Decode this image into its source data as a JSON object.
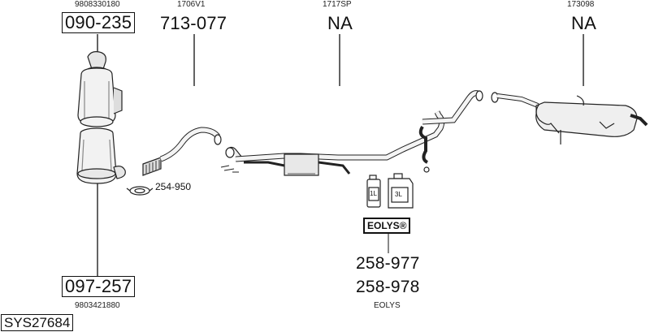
{
  "parts": {
    "p1": {
      "ref": "9808330180",
      "code": "090-235"
    },
    "p2": {
      "ref": "1706V1",
      "code": "713-077"
    },
    "p3": {
      "ref": "1717SP",
      "code": "NA"
    },
    "p4": {
      "ref": "173098",
      "code": "NA"
    },
    "clamp": {
      "code": "254-950"
    },
    "p5": {
      "code": "097-257",
      "ref": "9803421880"
    },
    "additive": {
      "bottle_small": "1L",
      "bottle_large": "3L",
      "brand": "EOLYS®",
      "code_a": "258-977",
      "code_b": "258-978",
      "name": "EOLYS"
    }
  },
  "system_id": "SYS27684"
}
